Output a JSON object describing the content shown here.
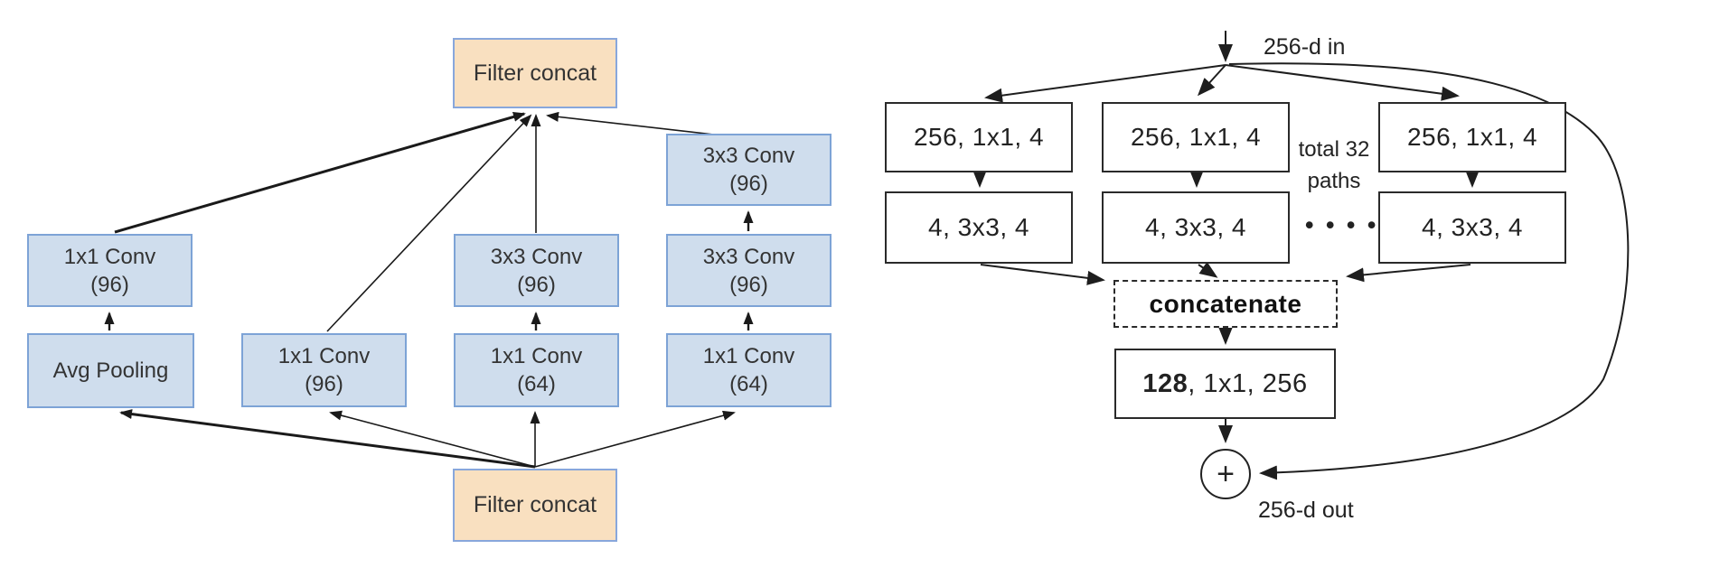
{
  "left_diagram": {
    "title_semantic": "inception-module",
    "colors": {
      "conv_box_fill": "#cfdded",
      "conv_box_border": "#7da3d6",
      "concat_box_fill": "#f9e0c0",
      "concat_box_border": "#88a7dc",
      "line_color": "#1a1a1a"
    },
    "nodes": {
      "top_concat": {
        "label": "Filter concat"
      },
      "r1c4": {
        "l1": "3x3 Conv",
        "l2": "(96)"
      },
      "r2c1": {
        "l1": "1x1 Conv",
        "l2": "(96)"
      },
      "r2c3": {
        "l1": "3x3 Conv",
        "l2": "(96)"
      },
      "r2c4": {
        "l1": "3x3 Conv",
        "l2": "(96)"
      },
      "r3c1": {
        "l1": "Avg Pooling",
        "l2": ""
      },
      "r3c2": {
        "l1": "1x1 Conv",
        "l2": "(96)"
      },
      "r3c3": {
        "l1": "1x1 Conv",
        "l2": "(64)"
      },
      "r3c4": {
        "l1": "1x1 Conv",
        "l2": "(64)"
      },
      "bottom_concat": {
        "label": "Filter concat"
      }
    }
  },
  "right_diagram": {
    "title_semantic": "resnext-aggregated-transforms-block",
    "colors": {
      "box_fill": "#ffffff",
      "box_border": "#2a2a2a",
      "line_color": "#1e1e1e"
    },
    "in_label": "256-d in",
    "out_label": "256-d out",
    "note": {
      "line1": "total 32",
      "line2": "paths"
    },
    "dots": "• • • •",
    "row1_box_label": "256, 1x1, 4",
    "row2_box_label": "4, 3x3, 4",
    "concat_label": "concatenate",
    "fuse_box": {
      "bold": "128",
      "rest": ", 1x1, 256"
    },
    "plus": "+"
  }
}
